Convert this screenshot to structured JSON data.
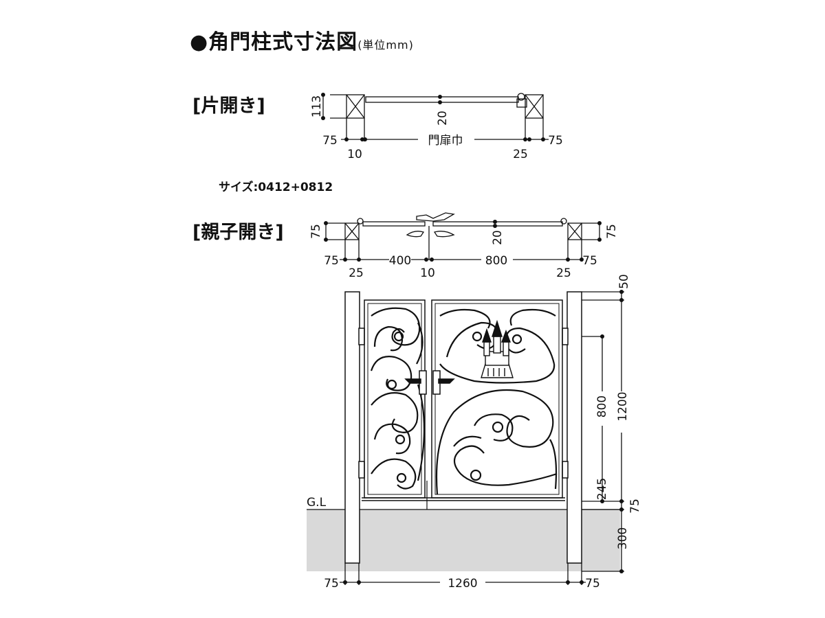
{
  "title": {
    "main": "●角門柱式寸法図",
    "unit": "(単位mm)"
  },
  "single_swing": {
    "label": "[片開き]",
    "dims": {
      "post_depth": "113",
      "rail": "20",
      "post_left": "75",
      "post_right": "75",
      "gap_left": "10",
      "gap_right": "25",
      "width_label": "門扉巾"
    }
  },
  "size_note": "サイズ:0412+0812",
  "double_swing": {
    "label": "[親子開き]",
    "dims": {
      "post_left_depth": "75",
      "post_right_depth": "75",
      "rail": "20",
      "post_left": "75",
      "gap_left": "25",
      "child_leaf": "400",
      "center_gap": "10",
      "parent_leaf": "800",
      "gap_right": "25",
      "post_right": "75"
    }
  },
  "elevation": {
    "top_margin": "50",
    "total_height": "1200",
    "leaf_height": "800",
    "handle_height": "245",
    "bottom_gap": "75",
    "embed_depth": "300",
    "ground_label": "G.L",
    "post_left": "75",
    "opening_width": "1260",
    "post_right": "75"
  },
  "colors": {
    "line": "#111111",
    "ground": "#d9d9d9"
  }
}
